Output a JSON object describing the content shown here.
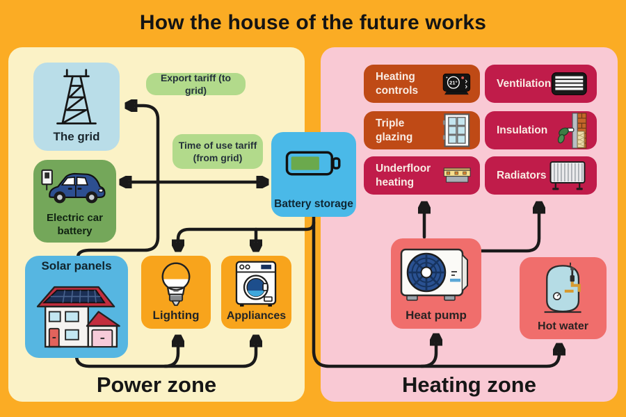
{
  "title": "How the house of the future works",
  "power_zone": {
    "label": "Power zone",
    "grid_label": "The grid",
    "car_label": "Electric car battery",
    "solar_label": "Solar panels",
    "lighting_label": "Lighting",
    "appliances_label": "Appliances",
    "battery_label": "Battery storage",
    "export_tariff_label": "Export tariff (to grid)",
    "use_tariff_label": "Time of use tariff (from grid)"
  },
  "heating_zone": {
    "label": "Heating zone",
    "heating_controls_label": "Heating controls",
    "thermostat_reading": "21°",
    "ventilation_label": "Ventilation",
    "triple_glazing_label": "Triple glazing",
    "insulation_label": "Insulation",
    "underfloor_label": "Underfloor heating",
    "radiators_label": "Radiators",
    "heat_pump_label": "Heat pump",
    "hot_water_label": "Hot water"
  },
  "colors": {
    "outer_bg": "#fbac24",
    "power_bg": "#fbf2c6",
    "heating_bg": "#f9c9d4",
    "grid_box": "#b9dde8",
    "car_box": "#74a75a",
    "solar_box": "#56b6e1",
    "battery_box": "#4ab9e8",
    "appl_box": "#f8a41c",
    "pill": "#b2da8b",
    "rust": "#bf4a16",
    "crimson": "#c01c4a",
    "salmon": "#f06e6c",
    "line": "#1a1a1a",
    "light_text": "#f9ece4",
    "battery_green": "#6ba94d"
  }
}
